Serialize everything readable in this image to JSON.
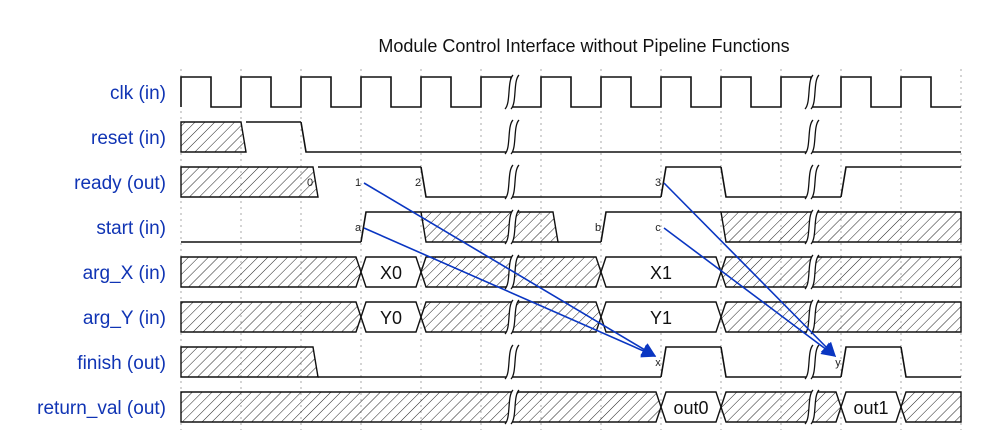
{
  "title": "Module Control Interface without Pipeline Functions",
  "colors": {
    "label": "#1034b4",
    "arrow": "#0a36c2",
    "wave": "#111111"
  },
  "clock": {
    "cycles": 13
  },
  "breaks": [
    5.5,
    10.5
  ],
  "signals": [
    {
      "id": "clk",
      "label": "clk (in)",
      "type": "clock"
    },
    {
      "id": "reset",
      "label": "reset (in)",
      "type": "bit",
      "segments": [
        {
          "from": 0,
          "to": 1,
          "level": "x"
        },
        {
          "from": 1,
          "to": 2,
          "level": "high"
        },
        {
          "from": 2,
          "to": 13,
          "level": "low"
        }
      ]
    },
    {
      "id": "ready",
      "label": "ready (out)",
      "type": "bit",
      "segments": [
        {
          "from": 0,
          "to": 2.2,
          "level": "x"
        },
        {
          "from": 2.2,
          "to": 4,
          "level": "high"
        },
        {
          "from": 4,
          "to": 8,
          "level": "low"
        },
        {
          "from": 8,
          "to": 9,
          "level": "high"
        },
        {
          "from": 9,
          "to": 11,
          "level": "low"
        },
        {
          "from": 11,
          "to": 13,
          "level": "high"
        }
      ]
    },
    {
      "id": "start",
      "label": "start (in)",
      "type": "bit",
      "segments": [
        {
          "from": 0,
          "to": 3,
          "level": "low"
        },
        {
          "from": 3,
          "to": 4,
          "level": "high"
        },
        {
          "from": 4,
          "to": 6.2,
          "level": "x"
        },
        {
          "from": 6.2,
          "to": 7,
          "level": "low"
        },
        {
          "from": 7,
          "to": 9,
          "level": "high"
        },
        {
          "from": 9,
          "to": 13,
          "level": "x"
        }
      ]
    },
    {
      "id": "arg_X",
      "label": "arg_X (in)",
      "type": "bus",
      "segments": [
        {
          "from": 0,
          "to": 3,
          "value": null
        },
        {
          "from": 3,
          "to": 4,
          "value": "X0"
        },
        {
          "from": 4,
          "to": 7,
          "value": null
        },
        {
          "from": 7,
          "to": 9,
          "value": "X1"
        },
        {
          "from": 9,
          "to": 13,
          "value": null
        }
      ]
    },
    {
      "id": "arg_Y",
      "label": "arg_Y (in)",
      "type": "bus",
      "segments": [
        {
          "from": 0,
          "to": 3,
          "value": null
        },
        {
          "from": 3,
          "to": 4,
          "value": "Y0"
        },
        {
          "from": 4,
          "to": 7,
          "value": null
        },
        {
          "from": 7,
          "to": 9,
          "value": "Y1"
        },
        {
          "from": 9,
          "to": 13,
          "value": null
        }
      ]
    },
    {
      "id": "finish",
      "label": "finish (out)",
      "type": "bit",
      "segments": [
        {
          "from": 0,
          "to": 2.2,
          "level": "x"
        },
        {
          "from": 2.2,
          "to": 8,
          "level": "low"
        },
        {
          "from": 8,
          "to": 9,
          "level": "high"
        },
        {
          "from": 9,
          "to": 11,
          "level": "low"
        },
        {
          "from": 11,
          "to": 12,
          "level": "high"
        },
        {
          "from": 12,
          "to": 13,
          "level": "low"
        }
      ]
    },
    {
      "id": "return_val",
      "label": "return_val (out)",
      "type": "bus",
      "segments": [
        {
          "from": 0,
          "to": 8,
          "value": null
        },
        {
          "from": 8,
          "to": 9,
          "value": "out0"
        },
        {
          "from": 9,
          "to": 11,
          "value": null
        },
        {
          "from": 11,
          "to": 12,
          "value": "out1"
        },
        {
          "from": 12,
          "to": 13,
          "value": null
        }
      ]
    }
  ],
  "markers": [
    {
      "text": "0",
      "signal": "ready",
      "t": 2.2
    },
    {
      "text": "1",
      "signal": "ready",
      "t": 3.0
    },
    {
      "text": "2",
      "signal": "ready",
      "t": 4.0
    },
    {
      "text": "3",
      "signal": "ready",
      "t": 8.0
    },
    {
      "text": "a",
      "signal": "start",
      "t": 3.0
    },
    {
      "text": "b",
      "signal": "start",
      "t": 7.0
    },
    {
      "text": "c",
      "signal": "start",
      "t": 8.0
    },
    {
      "text": "x",
      "signal": "finish",
      "t": 8.0
    },
    {
      "text": "y",
      "signal": "finish",
      "t": 11.0
    }
  ],
  "arrows": [
    {
      "from": "1",
      "to": "x"
    },
    {
      "from": "a",
      "to": "x"
    },
    {
      "from": "3",
      "to": "y"
    },
    {
      "from": "c",
      "to": "y"
    }
  ]
}
